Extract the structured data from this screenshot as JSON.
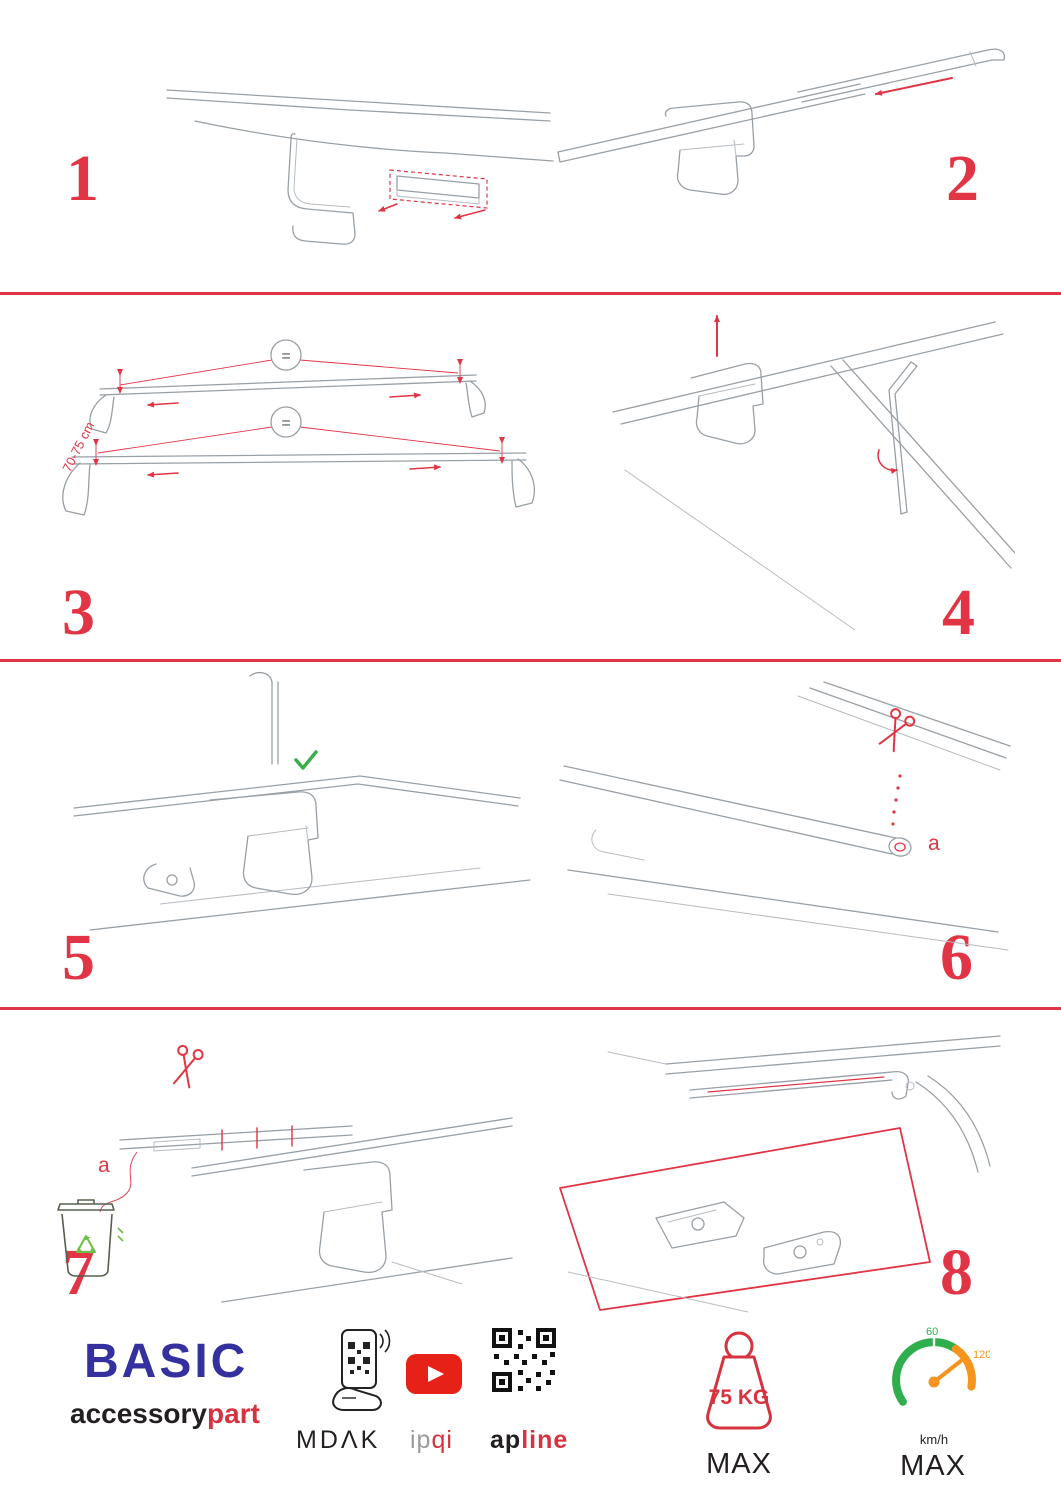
{
  "steps": [
    {
      "number": "1"
    },
    {
      "number": "2"
    },
    {
      "number": "3"
    },
    {
      "number": "4"
    },
    {
      "number": "5"
    },
    {
      "number": "6"
    },
    {
      "number": "7"
    },
    {
      "number": "8"
    }
  ],
  "panels": {
    "step3": {
      "equal_sign": "=",
      "dimension_label": "70-75 cm"
    },
    "step6": {
      "part_label": "a"
    },
    "step7": {
      "part_label": "a"
    }
  },
  "footer": {
    "brand_primary": "BASIC",
    "brand_black": "accessory",
    "brand_red": "part",
    "partner_mdak": "MDΛK",
    "partner_ipqi_gray": "ip",
    "partner_ipqi_red": "qi",
    "partner_apline_black": "ap",
    "partner_apline_red": "line",
    "weight_value": "75 KG",
    "weight_max_label": "MAX",
    "speed_tick_low": "60",
    "speed_tick_high": "120",
    "speed_unit": "km/h",
    "speed_max_label": "MAX"
  },
  "colors": {
    "accent_red": "#e13545",
    "brand_blue": "#34319f",
    "check_green": "#3cae4c",
    "recycle_green": "#6abf45",
    "gauge_green": "#2fae4d",
    "gauge_orange": "#f7941d"
  }
}
